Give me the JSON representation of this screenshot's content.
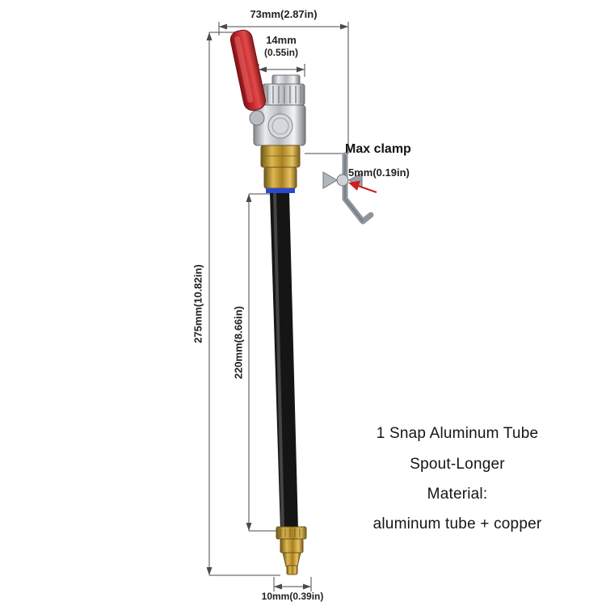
{
  "product": {
    "description_lines": [
      "1 Snap Aluminum Tube",
      "Spout-Longer",
      "Material:",
      "aluminum tube + copper"
    ]
  },
  "dimensions": {
    "top_width": "73mm(2.87in)",
    "valve_width": "14mm",
    "valve_width_in": "(0.55in)",
    "total_length": "275mm(10.82in)",
    "tube_length": "220mm(8.66in)",
    "tip_width": "10mm(0.39in)",
    "clamp_label": "Max clamp",
    "clamp_thickness": "5mm(0.19in)"
  },
  "colors": {
    "handle_red": "#c0272d",
    "brass_gold": "#b08a2e",
    "chrome_silver": "#b9bcc0",
    "tube_black": "#151515",
    "oring_blue": "#2a48cf",
    "pointer_red": "#cc1f1f",
    "dimension_line": "#4a4a4a",
    "background": "#ffffff"
  }
}
